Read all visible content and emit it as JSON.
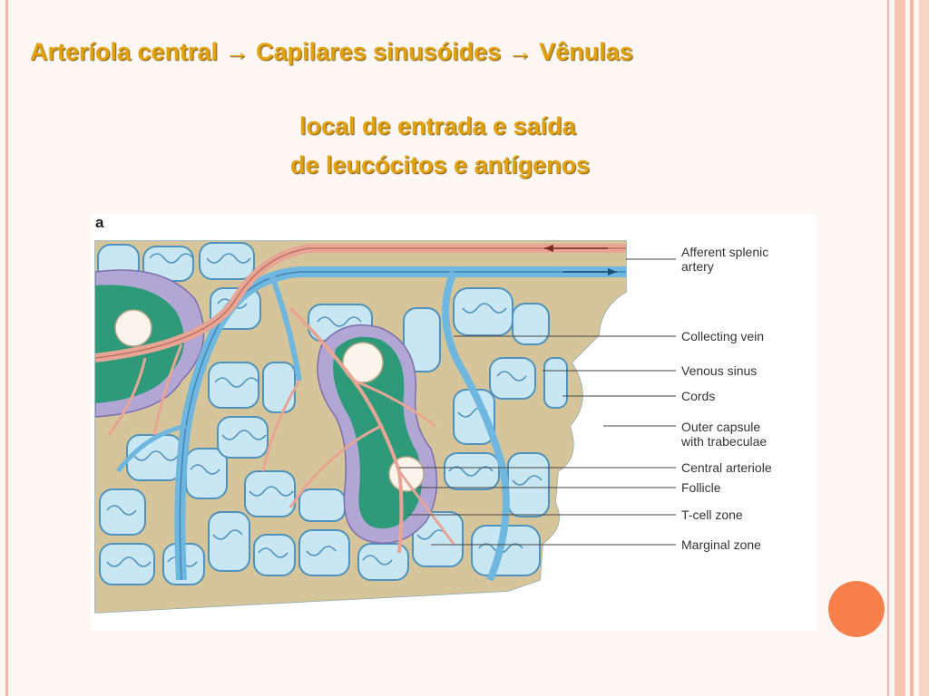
{
  "slide": {
    "title": "Arteríola central → Capilares sinusóides → Vênulas",
    "subtitle_line1": "local de entrada e saída",
    "subtitle_line2": "de leucócitos e antígenos"
  },
  "figure": {
    "panel_letter": "a",
    "labels": {
      "afferent_line1": "Afferent splenic",
      "afferent_line2": "artery",
      "collecting_vein": "Collecting vein",
      "venous_sinus": "Venous sinus",
      "cords": "Cords",
      "outer_line1": "Outer capsule",
      "outer_line2": "with trabeculae",
      "central_arteriole": "Central arteriole",
      "follicle": "Follicle",
      "t_cell_zone": "T-cell zone",
      "marginal_zone": "Marginal zone"
    }
  },
  "colors": {
    "title": "#e3a20b",
    "accent_dot": "#f7804a",
    "frame": "#f3b9a2",
    "artery": "#e7a596",
    "vein": "#6fb7de",
    "sinus_fill": "#c9e6f3",
    "cord": "#d6c49a",
    "follicle": "#2f9a7a",
    "marginal": "#b2a6d4",
    "capsule": "#dbe5e8"
  }
}
